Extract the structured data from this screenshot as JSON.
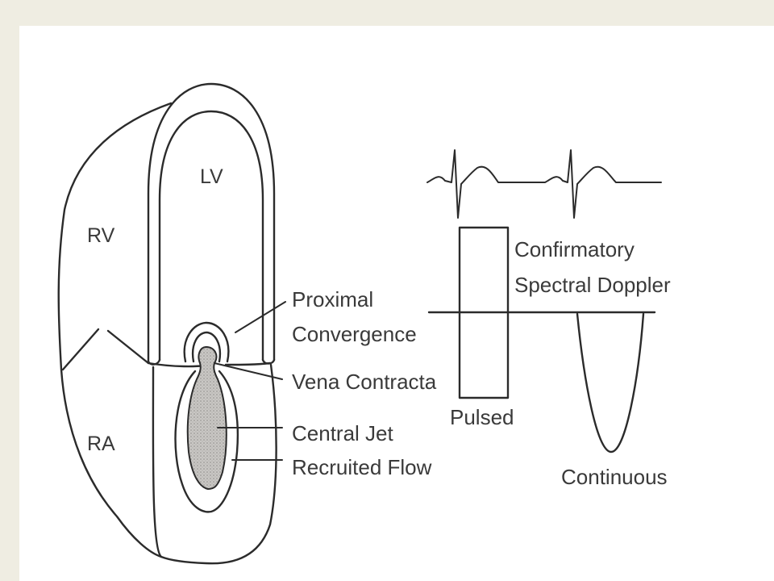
{
  "labels": {
    "lv": "LV",
    "rv": "RV",
    "ra": "RA",
    "proximal_convergence_line1": "Proximal",
    "proximal_convergence_line2": "Convergence",
    "vena_contracta": "Vena Contracta",
    "central_jet": "Central Jet",
    "recruited_flow": "Recruited Flow",
    "confirmatory_line1": "Confirmatory",
    "confirmatory_line2": "Spectral Doppler",
    "pulsed": "Pulsed",
    "continuous": "Continuous"
  },
  "colors": {
    "page_border": "#efede2",
    "background": "#ffffff",
    "line": "#2b2b2b",
    "text": "#3a3a3a",
    "jet_fill": "#c9c7c4"
  }
}
